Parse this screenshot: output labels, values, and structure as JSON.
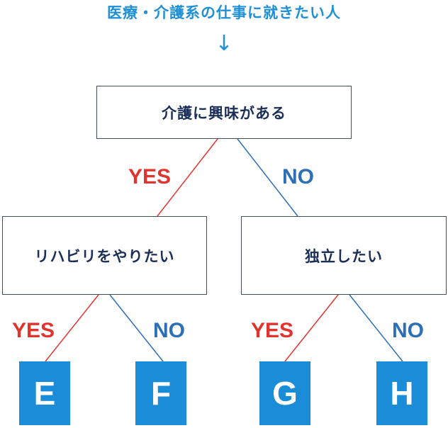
{
  "title": "医療・介護系の仕事に就きたい人",
  "arrow": "↓",
  "colors": {
    "title": "#1f8fd6",
    "box_text": "#1b2f58",
    "box_border": "#3f4d5c",
    "yes": "#e0342f",
    "no": "#2c6fb5",
    "leaf_bg": "#1a8cd8"
  },
  "root": {
    "label": "介護に興味がある",
    "yes_label": "YES",
    "no_label": "NO"
  },
  "left": {
    "label": "リハビリをやりたい",
    "yes_label": "YES",
    "no_label": "NO"
  },
  "right": {
    "label": "独立したい",
    "yes_label": "YES",
    "no_label": "NO"
  },
  "leaves": {
    "e": "E",
    "f": "F",
    "g": "G",
    "h": "H"
  }
}
